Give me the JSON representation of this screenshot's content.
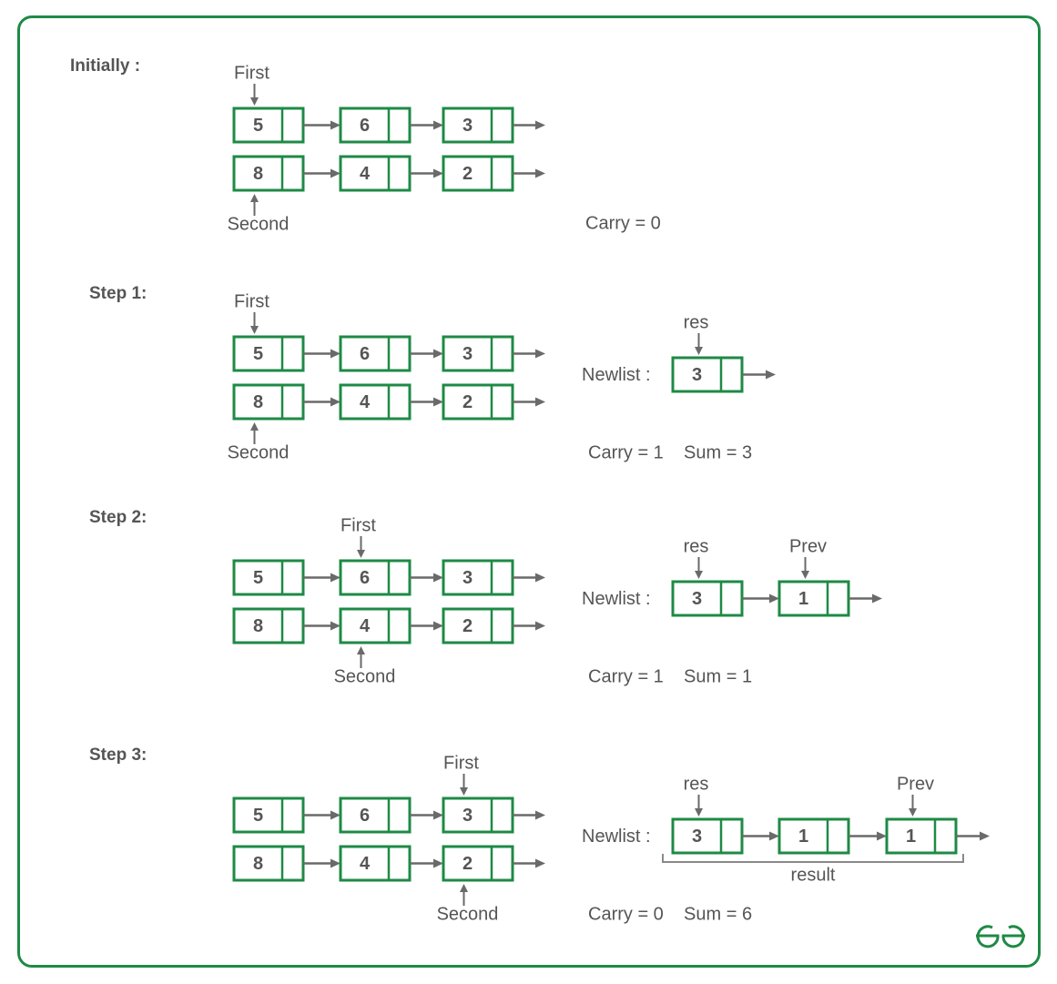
{
  "steps": [
    {
      "label": "Initially :",
      "first_list": [
        "5",
        "6",
        "3"
      ],
      "second_list": [
        "8",
        "4",
        "2"
      ],
      "first_pointer": {
        "label": "First",
        "node_index": 0
      },
      "second_pointer": {
        "label": "Second",
        "node_index": 0
      },
      "newlist": null,
      "status": "Carry = 0"
    },
    {
      "label": "Step 1:",
      "first_list": [
        "5",
        "6",
        "3"
      ],
      "second_list": [
        "8",
        "4",
        "2"
      ],
      "first_pointer": {
        "label": "First",
        "node_index": 0
      },
      "second_pointer": {
        "label": "Second",
        "node_index": 0
      },
      "newlist": {
        "label": "Newlist :",
        "nodes": [
          "3"
        ],
        "pointers": [
          {
            "label": "res",
            "node_index": 0
          }
        ],
        "bracket_label": null
      },
      "status": "Carry = 1    Sum = 3"
    },
    {
      "label": "Step 2:",
      "first_list": [
        "5",
        "6",
        "3"
      ],
      "second_list": [
        "8",
        "4",
        "2"
      ],
      "first_pointer": {
        "label": "First",
        "node_index": 1
      },
      "second_pointer": {
        "label": "Second",
        "node_index": 1
      },
      "newlist": {
        "label": "Newlist :",
        "nodes": [
          "3",
          "1"
        ],
        "pointers": [
          {
            "label": "res",
            "node_index": 0
          },
          {
            "label": "Prev",
            "node_index": 1
          }
        ],
        "bracket_label": null
      },
      "status": "Carry = 1    Sum = 1"
    },
    {
      "label": "Step 3:",
      "first_list": [
        "5",
        "6",
        "3"
      ],
      "second_list": [
        "8",
        "4",
        "2"
      ],
      "first_pointer": {
        "label": "First",
        "node_index": 2
      },
      "second_pointer": {
        "label": "Second",
        "node_index": 2
      },
      "newlist": {
        "label": "Newlist :",
        "nodes": [
          "3",
          "1",
          "1"
        ],
        "pointers": [
          {
            "label": "res",
            "node_index": 0
          },
          {
            "label": "Prev",
            "node_index": 2
          }
        ],
        "bracket_label": "result"
      },
      "status": "Carry = 0    Sum = 6"
    }
  ],
  "logo": {
    "name": "geeksforgeeks-logo",
    "color": "#1e8a45"
  },
  "colors": {
    "frame": "#1e8a45",
    "node_border": "#1e8a45",
    "arrow": "#6a6a6a",
    "text": "#555555"
  }
}
